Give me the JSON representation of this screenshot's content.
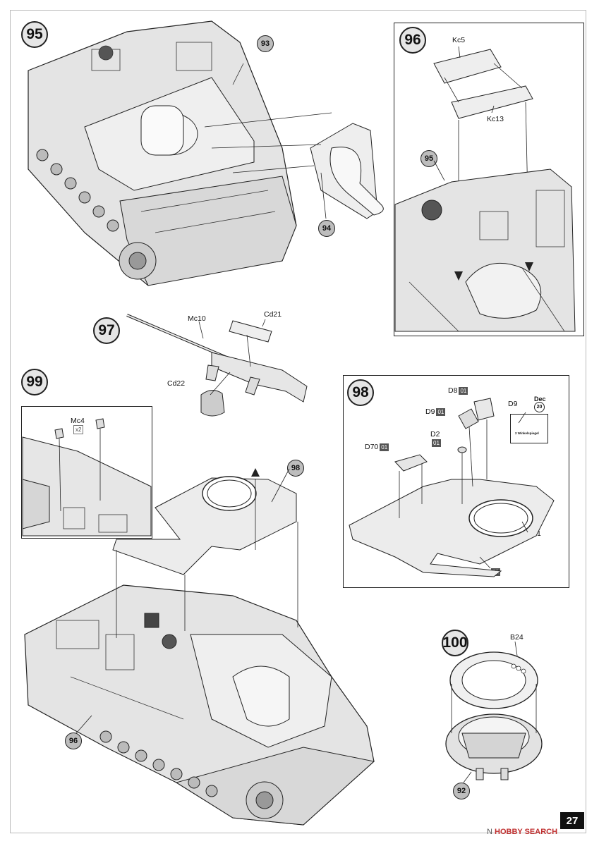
{
  "page": {
    "number": "27"
  },
  "watermark": {
    "text": "HOBBY SEARCH",
    "symbol": "N"
  },
  "steps": {
    "s95": "95",
    "s96": "96",
    "s97": "97",
    "s98": "98",
    "s99": "99",
    "s100": "100"
  },
  "refs": {
    "r93": "93",
    "r94": "94",
    "r95_in96": "95",
    "r98_in99": "98",
    "r96_in99": "96",
    "r92": "92",
    "r20": "20"
  },
  "parts": {
    "kc5": "Kc5",
    "kc13": "Kc13",
    "mc10": "Mc10",
    "cd21": "Cd21",
    "cd22": "Cd22",
    "mc4": "Mc4",
    "mc4_qty": "x2",
    "d8": "D8",
    "d9a": "D9",
    "d9b": "D9",
    "d2": "D2",
    "d70": "D70",
    "dec": "Dec",
    "mc1": "Mc1",
    "b24": "B24"
  },
  "sprue_badges": {
    "d8": "01",
    "d9a": "01",
    "d2": "01",
    "d70": "01",
    "hull": "01"
  },
  "decal_text": "2 Winkelspiegel",
  "colors": {
    "hull_fill": "#e4e4e4",
    "line": "#222222",
    "step_fill": "#e6e6e6",
    "badge": "#555555"
  }
}
